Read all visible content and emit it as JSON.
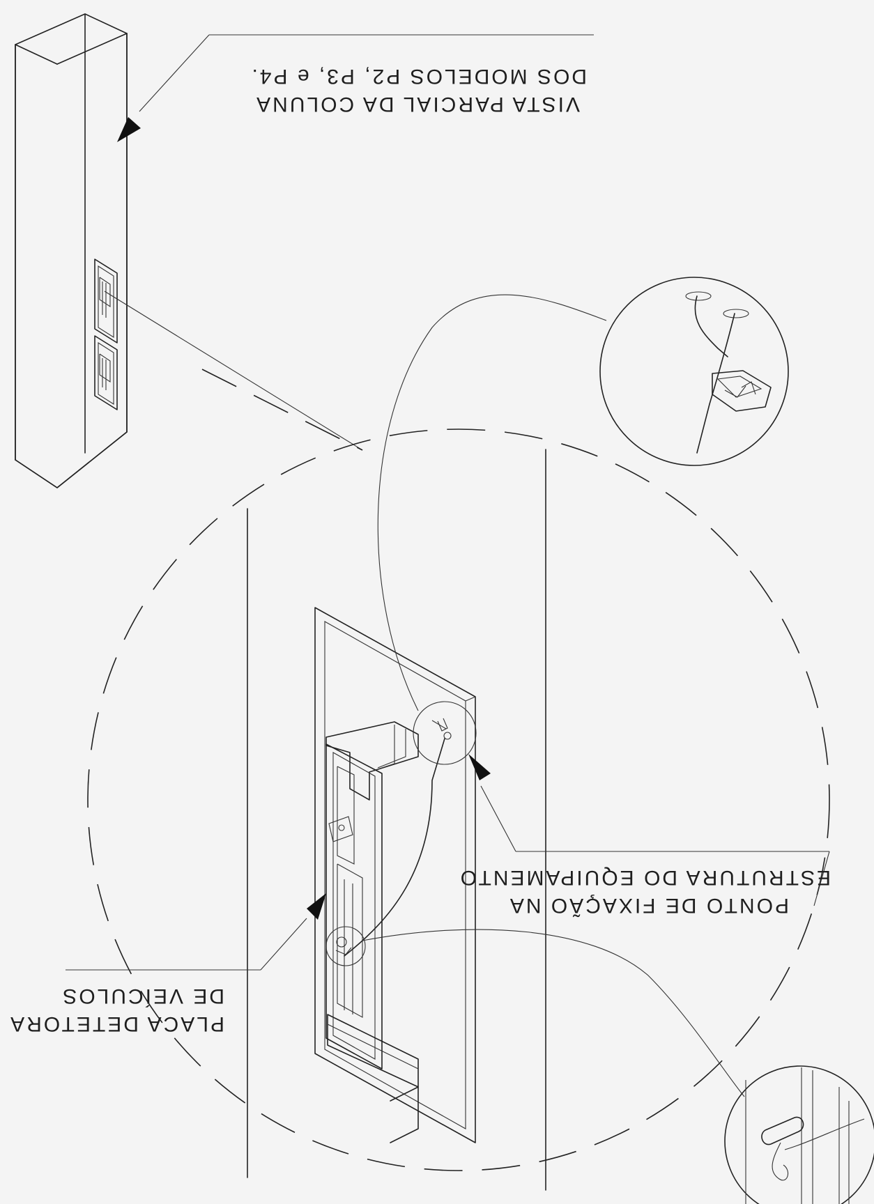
{
  "drawing": {
    "note_column_line1": "VISTA PARCIAL DA COLUNA",
    "note_column_line2": "DOS MODELOS P2, P3, e P4.",
    "note_fixing_line1": "PONTO DE FIXAÇÃO NA",
    "note_fixing_line2": "ESTRUTURA DO EQUIPAMENTO",
    "note_plate_line1": "PLACA DETETORA",
    "note_plate_line2": "DE VEÍCULOS"
  },
  "colors": {
    "paper": "#f4f4f4",
    "ink": "#222222"
  }
}
